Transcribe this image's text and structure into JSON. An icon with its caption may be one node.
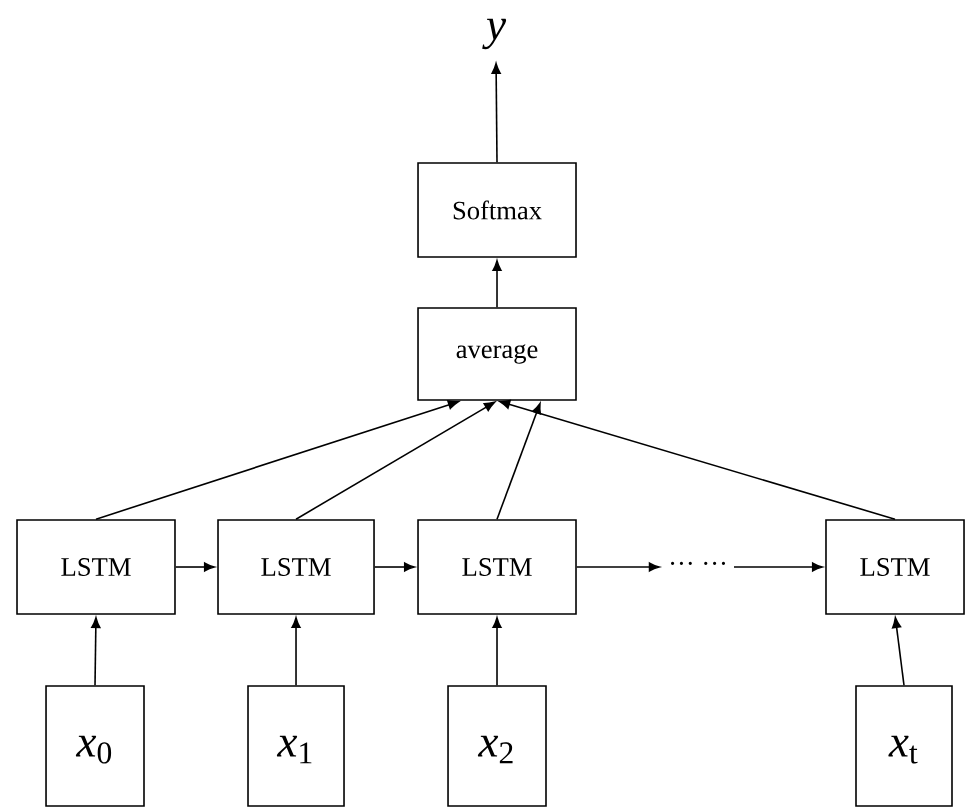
{
  "diagram": {
    "nodes": [
      {
        "text": [
          "*y*"
        ]
      },
      {
        "text": [
          "Softmax"
        ]
      },
      {
        "text": [
          "average"
        ]
      },
      {
        "text": [
          "LSTM"
        ]
      },
      {
        "text": [
          "LSTM"
        ]
      },
      {
        "text": [
          "LSTM"
        ]
      },
      {
        "text": [
          "LSTM"
        ]
      },
      {
        "text": [
          "··· ···"
        ]
      },
      {
        "text": [
          "*x*$_{0}$"
        ]
      },
      {
        "text": [
          "*x*$_{1}$"
        ]
      },
      {
        "text": [
          "*x*$_{2}$"
        ]
      },
      {
        "text": [
          "*x*$_{t}$"
        ]
      }
    ],
    "edges": [
      {
        "from": 1,
        "to": 0,
        "arrow": "to"
      },
      {
        "from": 2,
        "to": 1,
        "arrow": "to"
      },
      {
        "from": 3,
        "to": 2,
        "arrow": "to"
      },
      {
        "from": 4,
        "to": 2,
        "arrow": "to"
      },
      {
        "from": 5,
        "to": 2,
        "arrow": "to"
      },
      {
        "from": 6,
        "to": 2,
        "arrow": "to"
      },
      {
        "from": 3,
        "to": 4,
        "arrow": "to"
      },
      {
        "from": 4,
        "to": 5,
        "arrow": "to"
      },
      {
        "from": 5,
        "to": 7,
        "arrow": "to"
      },
      {
        "from": 7,
        "to": 6,
        "arrow": "to"
      },
      {
        "from": 8,
        "to": 3,
        "arrow": "to"
      },
      {
        "from": 9,
        "to": 4,
        "arrow": "to"
      },
      {
        "from": 10,
        "to": 5,
        "arrow": "to"
      },
      {
        "from": 11,
        "to": 6,
        "arrow": "to"
      }
    ]
  }
}
